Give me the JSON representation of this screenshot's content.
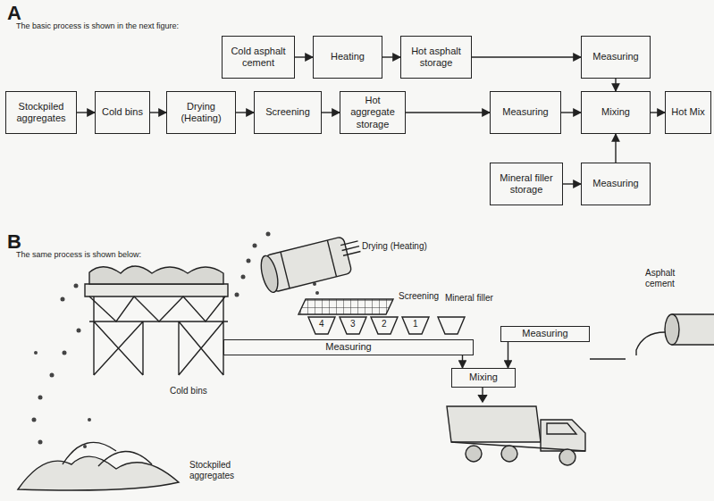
{
  "diagram": {
    "nodes": [
      {
        "text": [
          "Cold asphalt cement"
        ]
      },
      {
        "text": [
          "Heating"
        ]
      },
      {
        "text": [
          "Hot asphalt storage"
        ]
      },
      {
        "text": [
          "Measuring"
        ]
      },
      {
        "text": [
          "Stockpiled aggregates"
        ]
      },
      {
        "text": [
          "Cold bins"
        ]
      },
      {
        "text": [
          "Drying (Heating)"
        ]
      },
      {
        "text": [
          "Screening"
        ]
      },
      {
        "text": [
          "Hot aggregate storage"
        ]
      },
      {
        "text": [
          "Measuring"
        ]
      },
      {
        "text": [
          "Mixing"
        ]
      },
      {
        "text": [
          "Hot Mix"
        ]
      },
      {
        "text": [
          "Mineral filler storage"
        ]
      },
      {
        "text": [
          "Measuring"
        ]
      },
      {
        "text": [
          "Measuring"
        ]
      },
      {
        "text": [
          "Measuring"
        ]
      },
      {
        "text": [
          "Mixing"
        ]
      }
    ],
    "edges": [
      {
        "from": 0,
        "to": 1,
        "arrow": "to"
      },
      {
        "from": 1,
        "to": 2,
        "arrow": "to"
      },
      {
        "from": 2,
        "to": 3,
        "arrow": "to"
      },
      {
        "from": 3,
        "to": 10,
        "arrow": "to"
      },
      {
        "from": 4,
        "to": 5,
        "arrow": "to"
      },
      {
        "from": 5,
        "to": 6,
        "arrow": "to"
      },
      {
        "from": 6,
        "to": 7,
        "arrow": "to"
      },
      {
        "from": 7,
        "to": 8,
        "arrow": "to"
      },
      {
        "from": 8,
        "to": 9,
        "arrow": "to"
      },
      {
        "from": 9,
        "to": 10,
        "arrow": "to"
      },
      {
        "from": 10,
        "to": 11,
        "arrow": "to"
      },
      {
        "from": 12,
        "to": 13,
        "arrow": "to"
      },
      {
        "from": 13,
        "to": 10,
        "arrow": "to"
      },
      {
        "from": 14,
        "to": 16,
        "arrow": "to"
      },
      {
        "from": 15,
        "to": 16,
        "arrow": "to"
      }
    ],
    "labels": [
      "A",
      "The basic process is shown in the next figure:",
      "B",
      "The same process is shown below:",
      "Drying (Heating)",
      "Screening",
      "4",
      "3",
      "2",
      "1",
      "Mineral filler",
      "Asphalt cement",
      "Cold bins",
      "Stockpiled aggregates"
    ]
  }
}
